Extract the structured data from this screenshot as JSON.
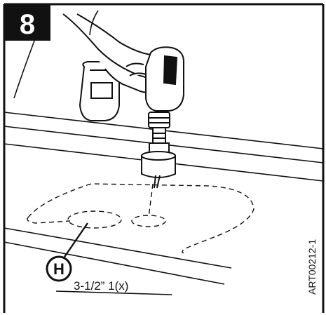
{
  "step": {
    "number": "8"
  },
  "callout": {
    "letter": "H",
    "caption": "3-1/2” 1(x)"
  },
  "art_number": "ART00212-1",
  "colors": {
    "ink": "#111111",
    "paper": "#ffffff",
    "badge": "#111111"
  },
  "icons": {
    "tool": "drill-with-hole-saw-icon"
  }
}
